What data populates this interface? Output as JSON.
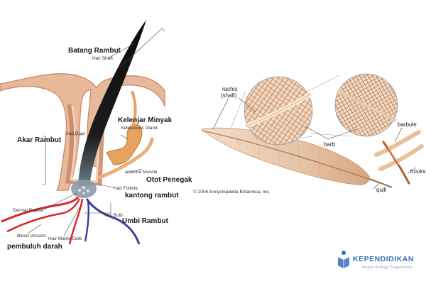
{
  "hair": {
    "labels": {
      "batang_rambut": "Batang Rambut",
      "hair_shaft": "Hair Shaft",
      "hair_root": "Hair Root",
      "akar_rambut": "Akar Rambut",
      "kelenjar_minyak": "Kelenjar Minyak",
      "sebaceous_gland": "Sebaceous Gland",
      "arrector_muscle": "Arrector Muscle",
      "otot_penegak": "Otot Penegak",
      "hair_follicle": "Hair Follicle",
      "kantong_rambut": "kantong rambut",
      "dermal_papilla": "Dermal Papilla",
      "hair_bulb": "Hair Bulb",
      "umbi_rambut": "Umbi Rambut",
      "blood_vessels": "Blood Vessels",
      "hair_matrix_cells": "Hair Matrix Cells",
      "pembuluh_darah": "pembuluh darah"
    }
  },
  "feather": {
    "labels": {
      "rachis": "rachis",
      "shaft": "(shaft)",
      "barb": "barb",
      "barbule": "barbule",
      "hooks": "hooks",
      "quill": "quill",
      "copyright": "© 2006 Encyclopædia Britannica, Inc."
    }
  },
  "watermark": {
    "brand": "KEPENDIDIKAN",
    "tagline": "Tempat Berbagi Pengetahuan",
    "icon": "book-person-icon",
    "color": "#3a6fb6"
  },
  "colors": {
    "skin": "#e7b89a",
    "skin_dark": "#c98563",
    "hair": "#111111",
    "gland": "#e6a35f",
    "artery": "#d7262d",
    "vein": "#3b3c9c",
    "feather": "#e9cdb4",
    "feather_dark": "#b27d58"
  }
}
